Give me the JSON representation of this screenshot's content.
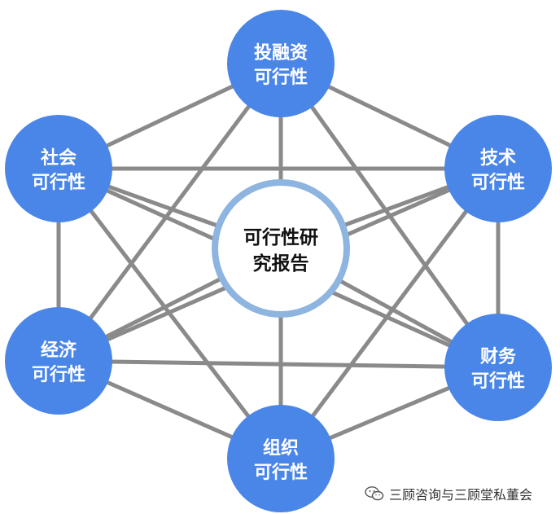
{
  "center": {
    "line1": "可行性研",
    "line2": "究报告"
  },
  "nodes": [
    {
      "id": "investment",
      "line1": "投融资",
      "line2": "可行性"
    },
    {
      "id": "technical",
      "line1": "技术",
      "line2": "可行性"
    },
    {
      "id": "financial",
      "line1": "财务",
      "line2": "可行性"
    },
    {
      "id": "organization",
      "line1": "组织",
      "line2": "可行性"
    },
    {
      "id": "economic",
      "line1": "经济",
      "line2": "可行性"
    },
    {
      "id": "social",
      "line1": "社会",
      "line2": "可行性"
    }
  ],
  "colors": {
    "node_fill": "#4a86e8",
    "center_ring": "#8eb4e0",
    "line": "#8a8a8a"
  },
  "watermark": {
    "icon": "wechat-icon",
    "text": "三顾咨询与三顾堂私董会"
  }
}
